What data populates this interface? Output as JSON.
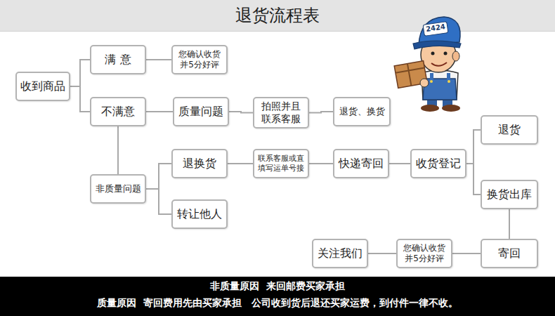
{
  "diagram": {
    "title": "退货流程表",
    "nodes": [
      {
        "text": [
          "收到商品"
        ]
      },
      {
        "text": [
          "满 意"
        ]
      },
      {
        "text": [
          "您确认收货 并5分好评"
        ]
      },
      {
        "text": [
          "不满意"
        ]
      },
      {
        "text": [
          "质量问题"
        ]
      },
      {
        "text": [
          "拍照并且 联系客服"
        ]
      },
      {
        "text": [
          "退货、换货"
        ]
      },
      {
        "text": [
          "非质量问题"
        ]
      },
      {
        "text": [
          "退换货"
        ]
      },
      {
        "text": [
          "联系客服或直 填写运单号接"
        ]
      },
      {
        "text": [
          "快递寄回"
        ]
      },
      {
        "text": [
          "收货登记"
        ]
      },
      {
        "text": [
          "退货"
        ]
      },
      {
        "text": [
          "换货出库"
        ]
      },
      {
        "text": [
          "转让他人"
        ]
      },
      {
        "text": [
          "寄回"
        ]
      },
      {
        "text": [
          "您确认收货 并5分好评"
        ]
      },
      {
        "text": [
          "关注我们"
        ]
      }
    ],
    "edges": [
      {
        "from": 0,
        "to": 1,
        "arrow": "none"
      },
      {
        "from": 0,
        "to": 3,
        "arrow": "none"
      },
      {
        "from": 1,
        "to": 2,
        "arrow": "none"
      },
      {
        "from": 3,
        "to": 4,
        "arrow": "none"
      },
      {
        "from": 4,
        "to": 5,
        "arrow": "none"
      },
      {
        "from": 5,
        "to": 6,
        "arrow": "none"
      },
      {
        "from": 3,
        "to": 7,
        "arrow": "none"
      },
      {
        "from": 7,
        "to": 8,
        "arrow": "none"
      },
      {
        "from": 7,
        "to": 14,
        "arrow": "none"
      },
      {
        "from": 8,
        "to": 9,
        "arrow": "none"
      },
      {
        "from": 9,
        "to": 10,
        "arrow": "none"
      },
      {
        "from": 10,
        "to": 11,
        "arrow": "none"
      },
      {
        "from": 11,
        "to": 12,
        "arrow": "none"
      },
      {
        "from": 11,
        "to": 13,
        "arrow": "none"
      },
      {
        "from": 13,
        "to": 15,
        "arrow": "none"
      },
      {
        "from": 15,
        "to": 16,
        "arrow": "none"
      },
      {
        "from": 16,
        "to": 17,
        "arrow": "none"
      }
    ],
    "labels": [
      "2424",
      "非质量原因  来回邮费买家承担",
      "质量原因  寄回费用先由买家承担   公司收到货后退还买家运费，到付件一律不收。"
    ]
  }
}
